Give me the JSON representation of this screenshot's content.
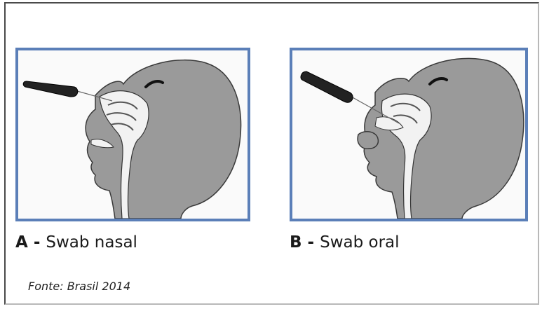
{
  "panels": [
    {
      "letter": "A",
      "separator": " - ",
      "label": "Swab nasal",
      "illustration_icon": "head-profile-nasal-swab-icon"
    },
    {
      "letter": "B",
      "separator": " - ",
      "label": "Swab oral",
      "illustration_icon": "head-profile-oral-swab-icon"
    }
  ],
  "source": "Fonte: Brasil 2014",
  "colors": {
    "panel_border": "#5b7fb8",
    "head_fill": "#9a9a9a",
    "cavity_fill": "#f2f2f2",
    "outline": "#333333"
  }
}
